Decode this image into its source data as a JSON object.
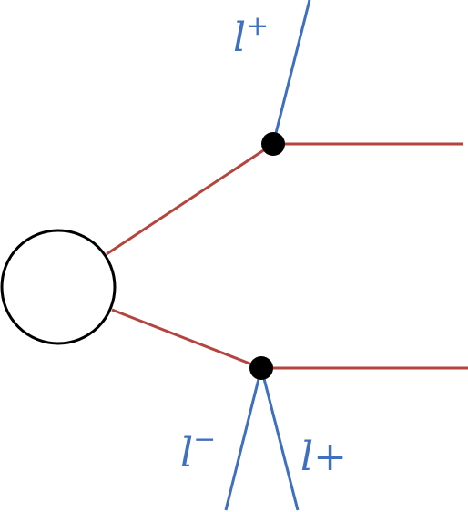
{
  "diagram": {
    "colors": {
      "blob_stroke": "#000000",
      "blob_fill": "#ffffff",
      "propagator": "#b5443e",
      "lepton": "#3f6fbf",
      "vertex": "#000000",
      "background": "#ffffff"
    },
    "labels": {
      "upper_lepton": {
        "base": "l",
        "sign": "+"
      },
      "lower_lepton_left": {
        "base": "l",
        "sign": "−"
      },
      "lower_lepton_right": {
        "base": "l+",
        "sign": ""
      }
    }
  }
}
